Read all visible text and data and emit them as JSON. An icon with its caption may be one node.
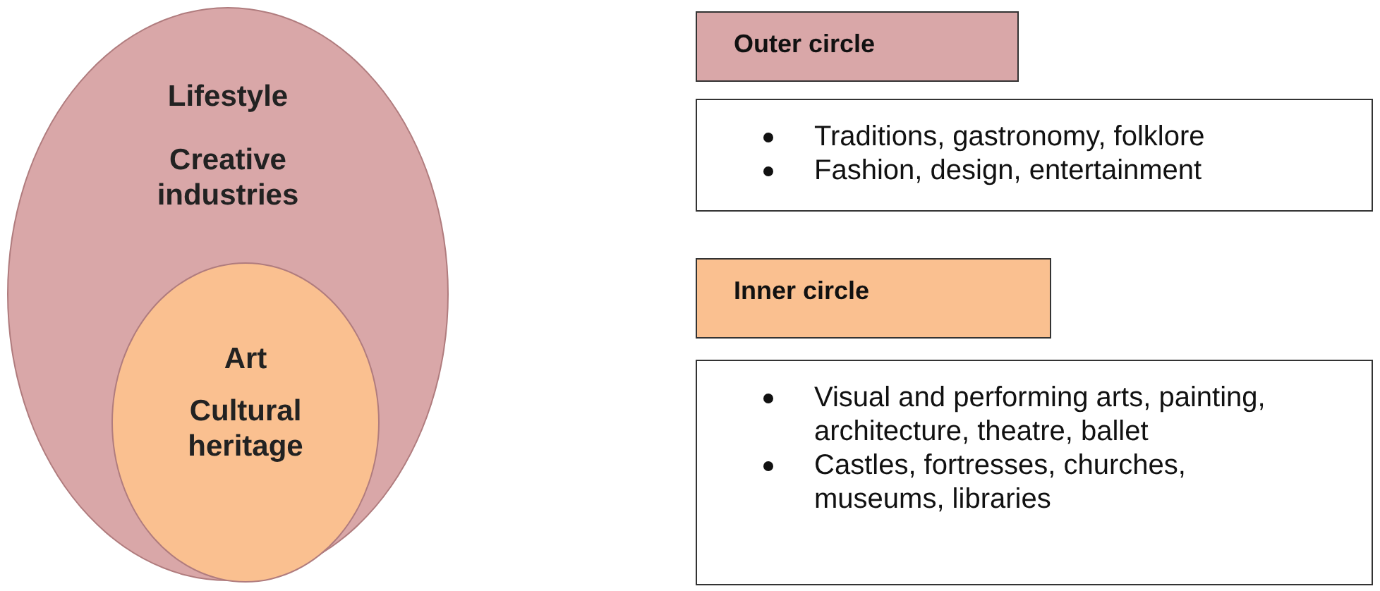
{
  "diagram": {
    "nodes": [
      {
        "text": [
          "Lifestyle",
          "Creative industries"
        ]
      },
      {
        "text": [
          "Art",
          "Cultural heritage"
        ],
        "in": 0
      },
      {
        "text": [
          "Outer circle"
        ]
      },
      {
        "text": [
          "Traditions, gastronomy, folklore",
          "Fashion, design, entertainment"
        ]
      },
      {
        "text": [
          "Inner circle"
        ]
      },
      {
        "text": [
          "Visual and performing arts, painting, architecture, theatre, ballet",
          "Castles, fortresses, churches, museums, libraries"
        ]
      }
    ]
  }
}
